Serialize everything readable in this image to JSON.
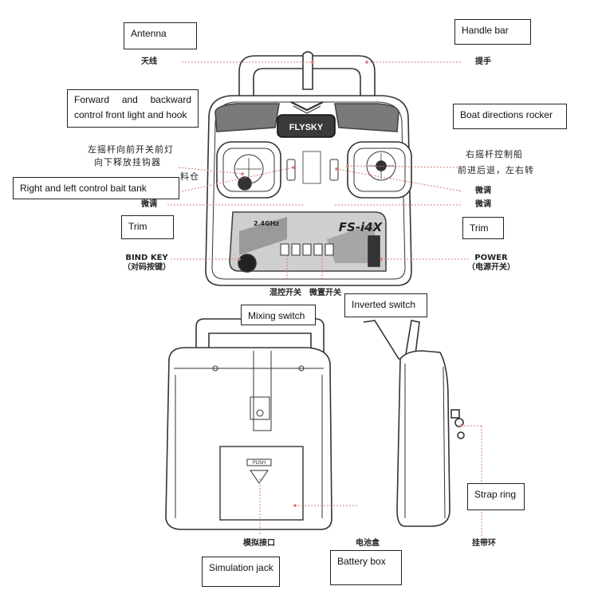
{
  "boxes": {
    "antenna": "Antenna",
    "handle_bar": "Handle bar",
    "front_light_hook": "Forward and backward control front light and hook",
    "boat_directions_rocker": "Boat directions rocker",
    "bait_tank": "Right and left control bait tank",
    "trim_left": "Trim",
    "trim_right": "Trim",
    "mixing_switch": "Mixing switch",
    "inverted_switch": "Inverted switch",
    "strap_ring": "Strap ring",
    "simulation_jack": "Simulation jack",
    "battery_box": "Battery box"
  },
  "chinese": {
    "antenna": "天线",
    "handle": "提手",
    "left_stick_line1": "左摇杆向前开关前灯",
    "left_stick_line2": "向下释放挂钩器",
    "left_stick_line3": "料仓",
    "right_stick_line1": "右摇杆控制船",
    "right_stick_line2": "前进后退，左右转",
    "fine_trim_left": "微调",
    "fine_trim_right_1": "微调",
    "fine_trim_right_2": "微调",
    "bind_key": "BIND KEY",
    "bind_key_cn": "（对码按键）",
    "power": "POWER",
    "power_cn": "（电源开关）",
    "mixing_switch": "混控开关",
    "fine_switch": "微置开关",
    "simulation_jack": "模拟接口",
    "battery_box": "电池盒",
    "strap_ring": "挂带环"
  },
  "device": {
    "brand": "FLYSKY",
    "model": "FS-i4X",
    "band": "2.4GHz",
    "push_label": "PUSH"
  }
}
